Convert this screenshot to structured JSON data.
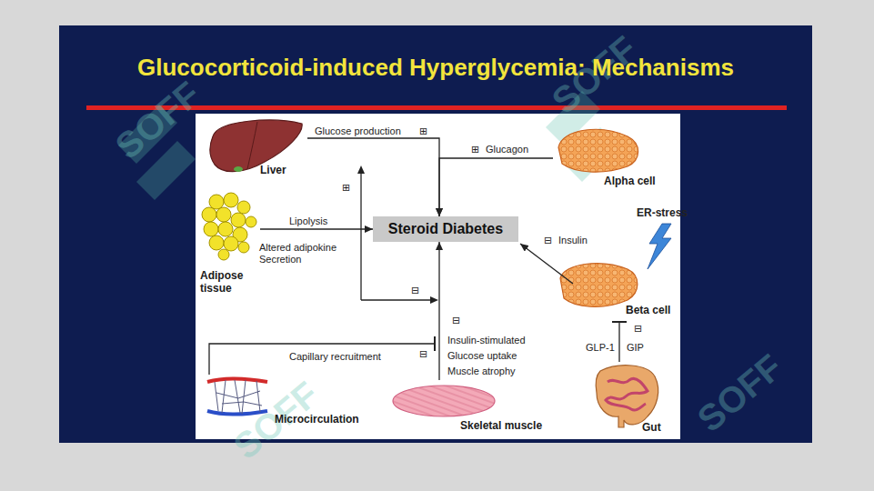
{
  "diagram": {
    "title": "Glucocorticoid-induced Hyperglycemia: Mechanisms",
    "nodes": [
      {
        "text": [
          "Liver"
        ]
      },
      {
        "text": [
          "Alpha cell"
        ]
      },
      {
        "text": [
          "Steroid Diabetes"
        ]
      },
      {
        "text": [
          "Adipose tissue"
        ]
      },
      {
        "text": [
          "Beta cell"
        ]
      },
      {
        "text": [
          "Microcirculation"
        ]
      },
      {
        "text": [
          "Skeletal muscle"
        ]
      },
      {
        "text": [
          "Gut"
        ]
      }
    ],
    "edges": [
      {
        "from": 0,
        "to": 2,
        "arrow": "to",
        "label": "Glucose production"
      },
      {
        "from": 1,
        "to": 2,
        "arrow": "to",
        "label": "Glucagon"
      },
      {
        "from": 3,
        "to": 2,
        "arrow": "to",
        "label": "Lipolysis"
      },
      {
        "from": 4,
        "to": 2,
        "arrow": "to",
        "label": "Insulin"
      },
      {
        "from": 6,
        "to": 2,
        "arrow": "to",
        "label": "Insulin-stimulated Glucose uptake Muscle atrophy"
      },
      {
        "from": 5,
        "to": 6,
        "arrow": "to",
        "label": "Capillary recruitment"
      },
      {
        "from": 7,
        "to": 4,
        "arrow": "to"
      }
    ],
    "labels": [
      "⊞",
      "⊞",
      "⊞",
      "Altered adipokine Secretion",
      "⊟",
      "⊟",
      "ER-stress",
      "⊟",
      "⊟",
      "GLP-1",
      "GIP",
      "⊟",
      "SOFF",
      "SOFF",
      "SOFF",
      "SOFF"
    ]
  }
}
